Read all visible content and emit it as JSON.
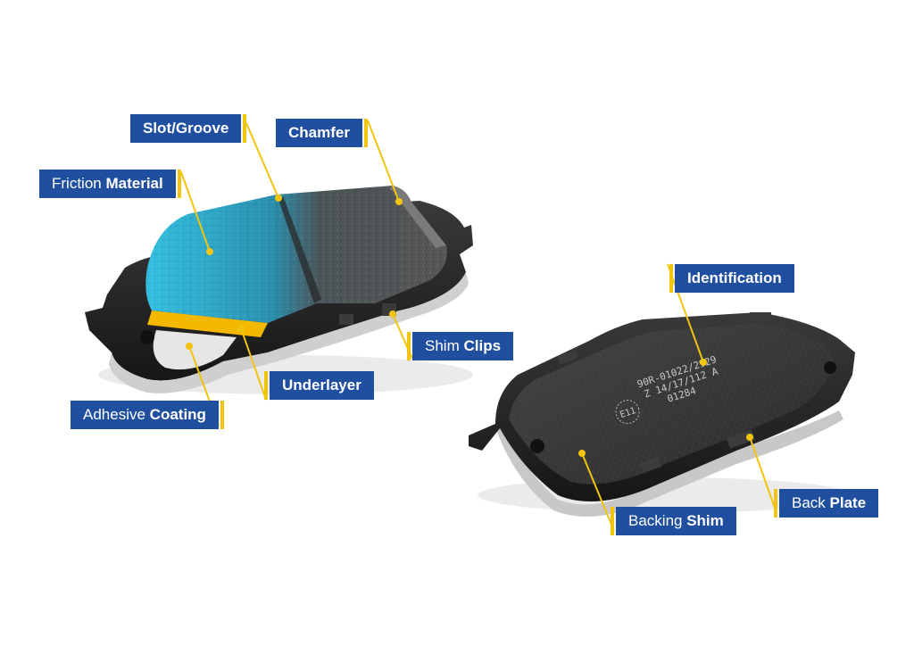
{
  "colors": {
    "label_bg": "#1f4f9e",
    "label_text": "#ffffff",
    "leader": "#f1c40f",
    "friction_blue": "#2fb8d8",
    "friction_grey": "#5a5a5a",
    "plate": "#2b2b2b",
    "underlayer": "#f5b800"
  },
  "labels": {
    "slot_groove": {
      "light": "",
      "bold": "Slot/Groove"
    },
    "chamfer": {
      "light": "",
      "bold": "Chamfer"
    },
    "friction_material": {
      "light": "Friction ",
      "bold": "Material"
    },
    "shim_clips": {
      "light": "Shim ",
      "bold": "Clips"
    },
    "underlayer": {
      "light": "",
      "bold": "Underlayer"
    },
    "adhesive_coating": {
      "light": "Adhesive ",
      "bold": "Coating"
    },
    "identification": {
      "light": "",
      "bold": "Identification"
    },
    "backing_shim": {
      "light": "Backing ",
      "bold": "Shim"
    },
    "back_plate": {
      "light": "Back ",
      "bold": "Plate"
    }
  },
  "stamp": {
    "line1": "90R-01022/2929",
    "line2": "Z 14/17/112 A",
    "line3": "01284",
    "mark": "E11"
  }
}
